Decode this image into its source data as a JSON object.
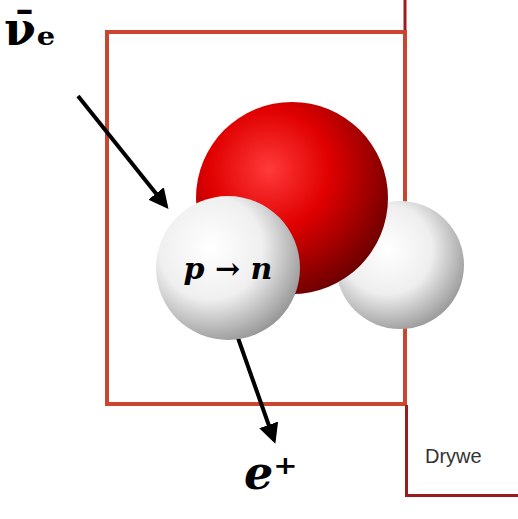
{
  "diagram": {
    "nodes": [
      {
        "text": [
          "p → n"
        ]
      },
      {
        "text": [
          "Drywe"
        ]
      }
    ],
    "labels": [
      "ν̄ₑ",
      "e⁺"
    ]
  }
}
